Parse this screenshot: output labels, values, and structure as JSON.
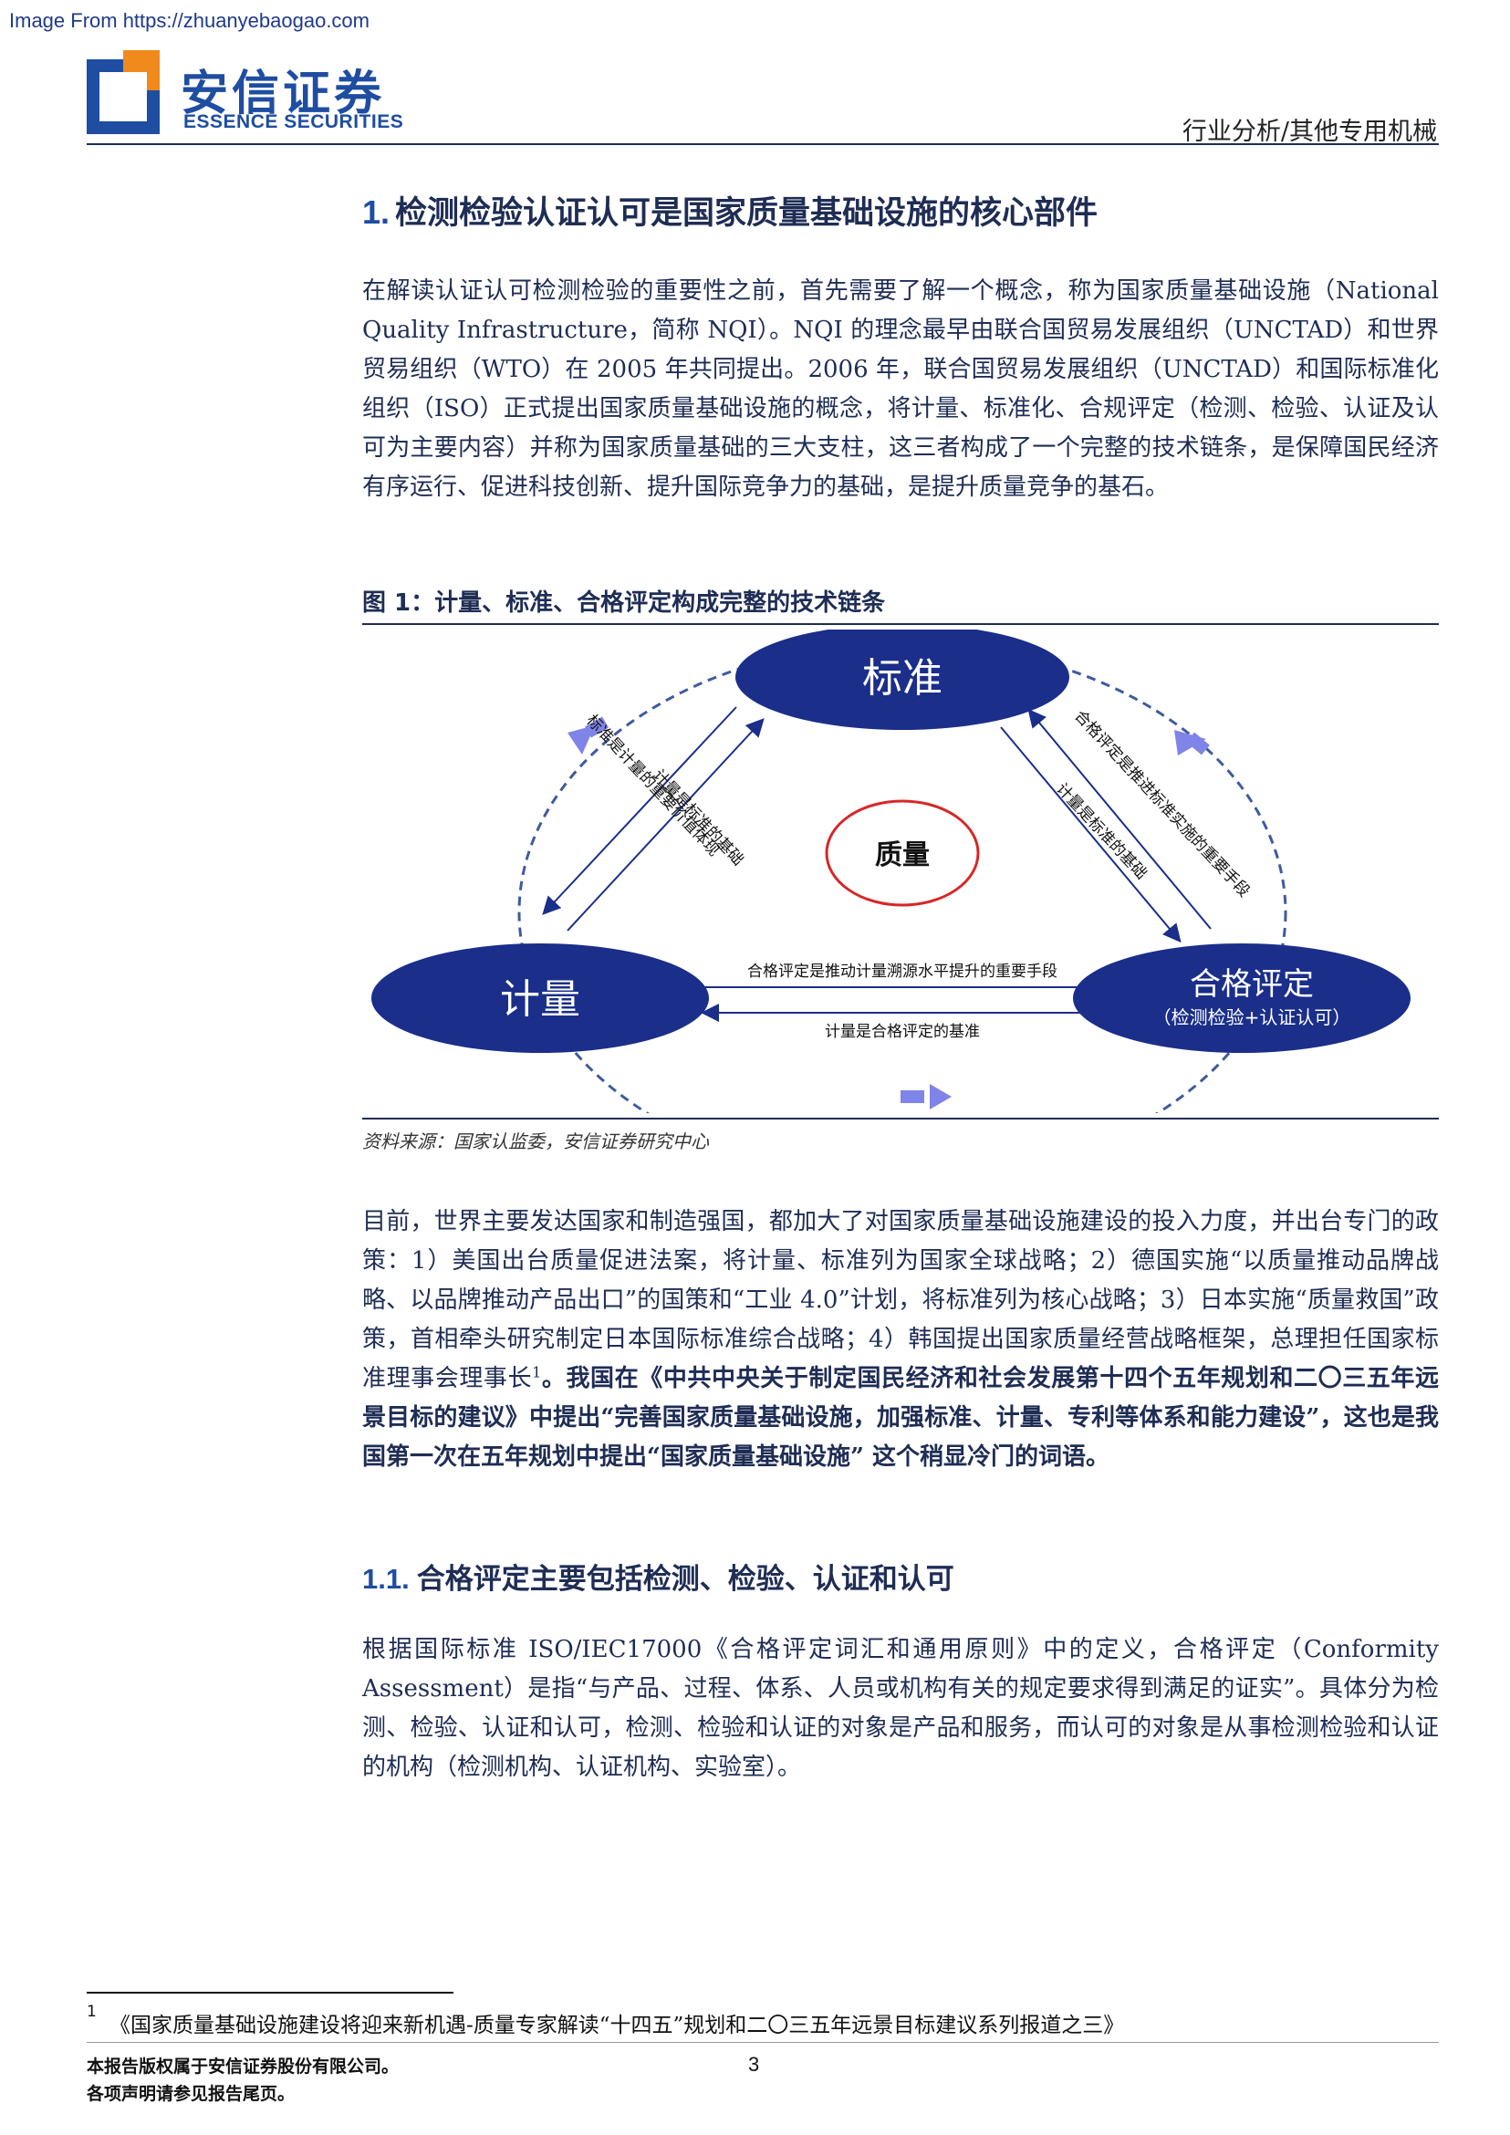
{
  "source_note": "Image From https://zhuanyebaogao.com",
  "header": {
    "logo_cn": "安信证券",
    "logo_en": "ESSENCE SECURITIES",
    "industry": "行业分析/其他专用机械"
  },
  "section1": {
    "num": "1.",
    "title": "检测检验认证认可是国家质量基础设施的核心部件",
    "para": "在解读认证认可检测检验的重要性之前，首先需要了解一个概念，称为国家质量基础设施（National Quality Infrastructure，简称 NQI）。NQI 的理念最早由联合国贸易发展组织（UNCTAD）和世界贸易组织（WTO）在 2005 年共同提出。2006 年，联合国贸易发展组织（UNCTAD）和国际标准化组织（ISO）正式提出国家质量基础设施的概念，将计量、标准化、合规评定（检测、检验、认证及认可为主要内容）并称为国家质量基础的三大支柱，这三者构成了一个完整的技术链条，是保障国民经济有序运行、促进科技创新、提升国际竞争力的基础，是提升质量竞争的基石。"
  },
  "figure": {
    "title": "图 1：计量、标准、合格评定构成完整的技术链条",
    "source": "资料来源：国家认监委，安信证券研究中心",
    "nodes": {
      "top": "标准",
      "left": "计量",
      "right": "合格评定",
      "right_sub": "（检测检验+认证认可）",
      "center": "质量"
    },
    "edges": {
      "left_outer": "标准是计量的重要价值体现",
      "left_inner": "计量是标准的基础",
      "right_inner": "计量是标准的基础",
      "right_outer": "合格评定是推进标准实施的重要手段",
      "bottom_top": "合格评定是推动计量溯源水平提升的重要手段",
      "bottom_bottom": "计量是合格评定的基准"
    },
    "colors": {
      "ellipse": "#1a2e8a",
      "arrow": "#7f84e8",
      "center_ring": "#d62828"
    }
  },
  "para2": {
    "normal": "目前，世界主要发达国家和制造强国，都加大了对国家质量基础设施建设的投入力度，并出台专门的政策：1）美国出台质量促进法案，将计量、标准列为国家全球战略；2）德国实施“以质量推动品牌战略、以品牌推动产品出口”的国策和“工业 4.0”计划，将标准列为核心战略；3）日本实施“质量救国”政策，首相牵头研究制定日本国际标准综合战略；4）韩国提出国家质量经营战略框架，总理担任国家标准理事会理事长",
    "fn": "1",
    "bold": "。我国在《中共中央关于制定国民经济和社会发展第十四个五年规划和二〇三五年远景目标的建议》中提出“完善国家质量基础设施，加强标准、计量、专利等体系和能力建设”，这也是我国第一次在五年规划中提出“国家质量基础设施” 这个稍显冷门的词语。"
  },
  "section11": {
    "num": "1.1.",
    "title": "合格评定主要包括检测、检验、认证和认可",
    "para": "根据国际标准 ISO/IEC17000《合格评定词汇和通用原则》中的定义，合格评定（Conformity Assessment）是指“与产品、过程、体系、人员或机构有关的规定要求得到满足的证实”。具体分为检测、检验、认证和认可，检测、检验和认证的对象是产品和服务，而认可的对象是从事检测检验和认证的机构（检测机构、认证机构、实验室）。"
  },
  "footnote": {
    "num": "1",
    "text": "《国家质量基础设施建设将迎来新机遇-质量专家解读“十四五”规划和二〇三五年远景目标建议系列报道之三》"
  },
  "footer": {
    "line1": "本报告版权属于安信证券股份有限公司。",
    "line2": "各项声明请参见报告尾页。",
    "page": "3"
  }
}
